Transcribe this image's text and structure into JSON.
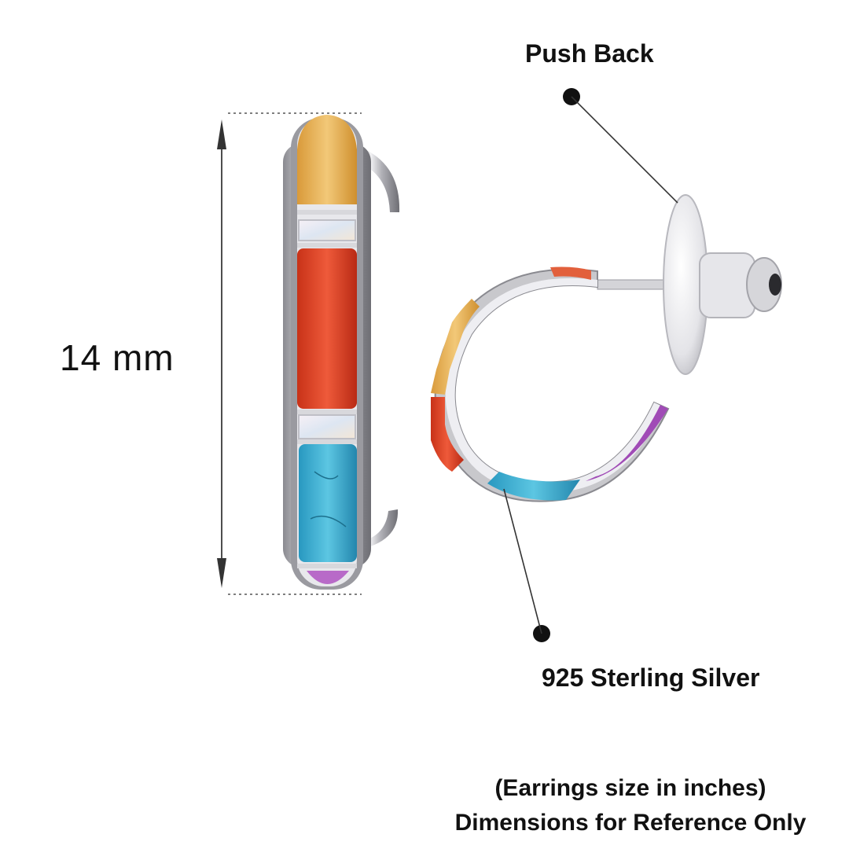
{
  "dimension": {
    "height_label": "14 mm"
  },
  "callouts": {
    "push_back": "Push Back",
    "material": "925 Sterling Silver"
  },
  "notes": {
    "line1": "(Earrings size in inches)",
    "line2": "Dimensions for Reference Only"
  },
  "colors": {
    "amber": "#e9b75a",
    "coral": "#e04a2c",
    "turquoise": "#3aaed0",
    "purple": "#9a3fb0",
    "opal": "#e6e6ee",
    "silver": "#c8c8cc"
  }
}
